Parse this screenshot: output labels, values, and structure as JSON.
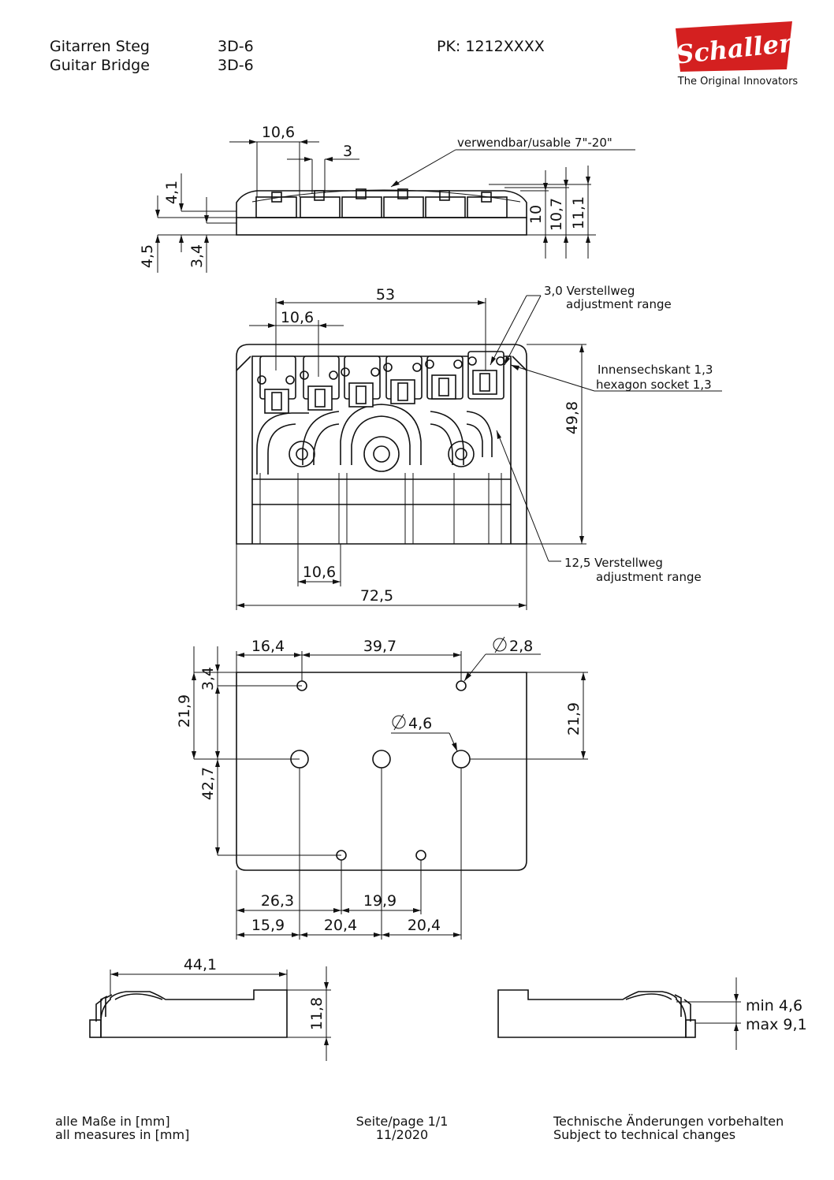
{
  "header": {
    "title_de": "Gitarren Steg",
    "title_en": "Guitar Bridge",
    "model_de": "3D-6",
    "model_en": "3D-6",
    "part_code": "PK: 1212XXXX"
  },
  "brand": {
    "logo_text": "Schaller",
    "tagline": "The Original Innovators",
    "logo_color": "#d42020"
  },
  "side_view": {
    "dim_saddle": "10,6",
    "dim_gap": "3",
    "note_usable": "verwendbar/usable 7\"-20\"",
    "dim_top_41": "4,1",
    "dim_base_45": "4,5",
    "dim_base_34": "3,4",
    "dim_h_10": "10",
    "dim_h_107": "10,7",
    "dim_h_111": "11,1"
  },
  "top_view": {
    "dim_53": "53",
    "dim_106_top": "10,6",
    "note_adjust_de": "3,0 Verstellweg",
    "note_adjust_en": "adjustment range",
    "note_hex_de": "Innensechskant  1,3",
    "note_hex_en": "hexagon socket 1,3",
    "dim_498": "49,8",
    "dim_106_bottom": "10,6",
    "dim_725": "72,5",
    "note_range_de": "12,5 Verstellweg",
    "note_range_en": "adjustment range"
  },
  "mount_view": {
    "dim_164": "16,4",
    "dim_397": "39,7",
    "dim_dia_28": "2,8",
    "dim_34": "3,4",
    "dim_219_left": "21,9",
    "dim_219_right": "21,9",
    "dim_dia_46": "4,6",
    "dim_427": "42,7",
    "dim_263": "26,3",
    "dim_199": "19,9",
    "dim_159": "15,9",
    "dim_204_a": "20,4",
    "dim_204_b": "20,4"
  },
  "end_view": {
    "dim_441": "44,1",
    "dim_118": "11,8",
    "min_label": "min  4,6",
    "max_label": "max 9,1"
  },
  "footer": {
    "measures_de": "alle Maße in [mm]",
    "measures_en": "all measures in [mm]",
    "page_label": "Seite/page 1/1",
    "date": "11/2020",
    "changes_de": "Technische Änderungen vorbehalten",
    "changes_en": "Subject to technical changes"
  }
}
